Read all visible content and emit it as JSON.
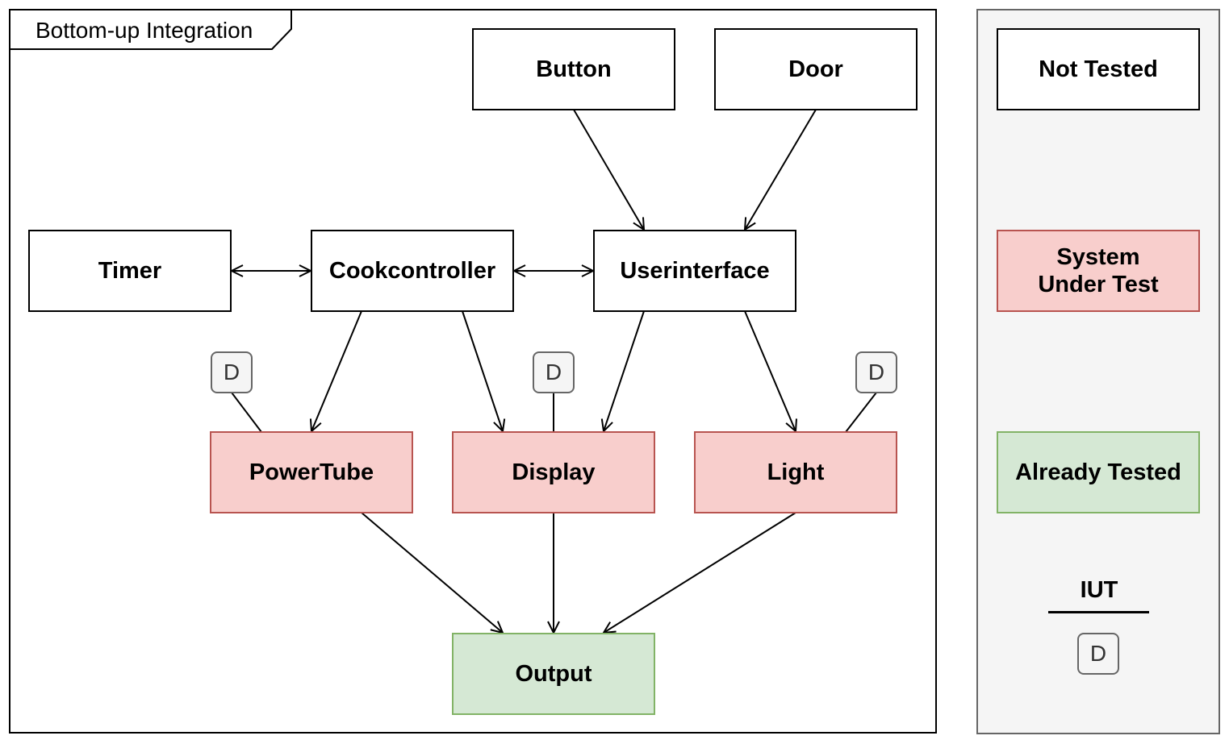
{
  "frame": {
    "title": "Bottom-up Integration"
  },
  "nodes": {
    "button": "Button",
    "door": "Door",
    "timer": "Timer",
    "cookcontroller": "Cookcontroller",
    "userinterface": "Userinterface",
    "powertube": "PowerTube",
    "display": "Display",
    "light": "Light",
    "output": "Output"
  },
  "driver_label": "D",
  "legend": {
    "not_tested": "Not Tested",
    "system_under_test": "System\nUnder Test",
    "already_tested": "Already Tested",
    "iut": "IUT",
    "driver": "D"
  },
  "colors": {
    "not_tested_fill": "#ffffff",
    "sut_fill": "#f8cecc",
    "sut_stroke": "#b85450",
    "tested_fill": "#d5e8d4",
    "tested_stroke": "#82b366",
    "driver_fill": "#f5f5f5",
    "legend_panel_fill": "#f5f5f5"
  }
}
